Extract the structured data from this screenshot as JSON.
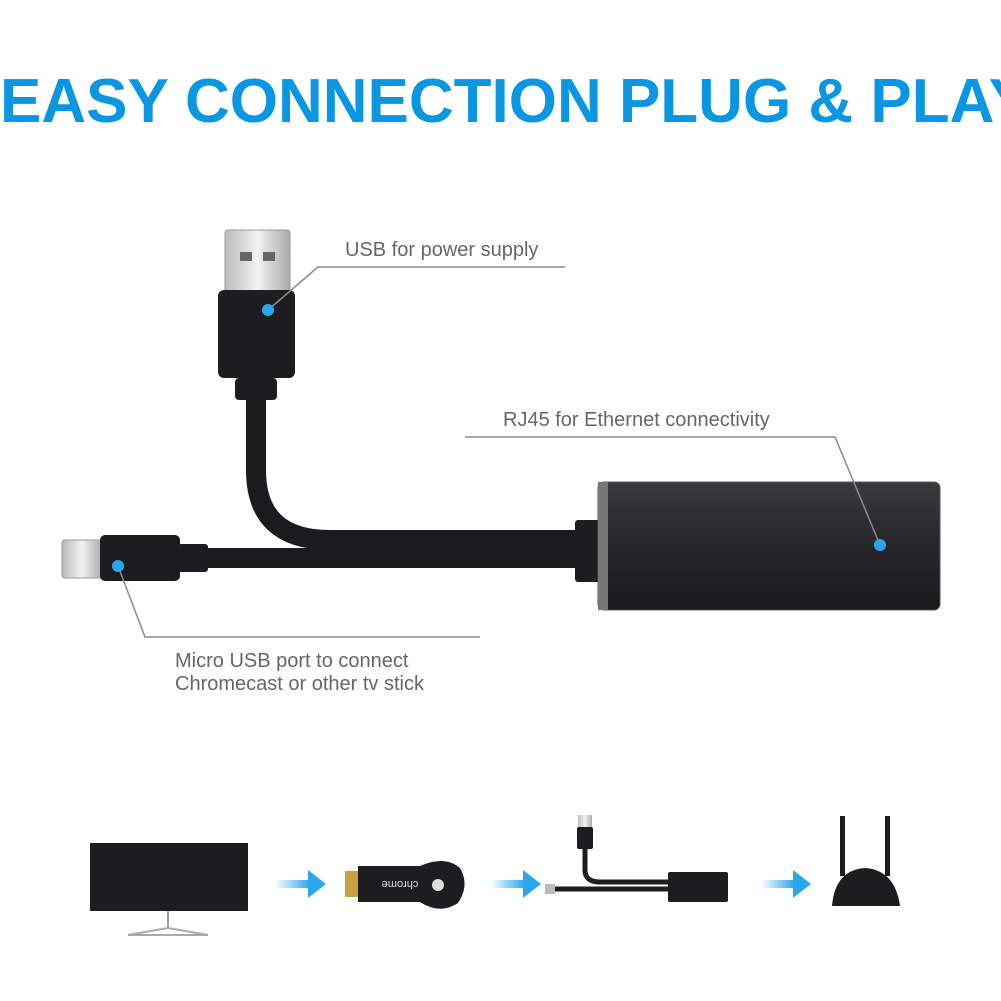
{
  "title": "EASY CONNECTION PLUG & PLAY",
  "callouts": {
    "usb": "USB for power supply",
    "rj45": "RJ45 for Ethernet connectivity",
    "micro_line1": "Micro USB port to connect",
    "micro_line2": "Chromecast or other tv stick"
  },
  "flow": {
    "steps": [
      "tv-icon",
      "chromecast-icon",
      "adapter-icon",
      "router-icon"
    ],
    "dongle_text": "chrome"
  },
  "colors": {
    "accent": "#0a96e0",
    "callout_line": "#8a8a8a",
    "device": "#1c1c1e"
  }
}
